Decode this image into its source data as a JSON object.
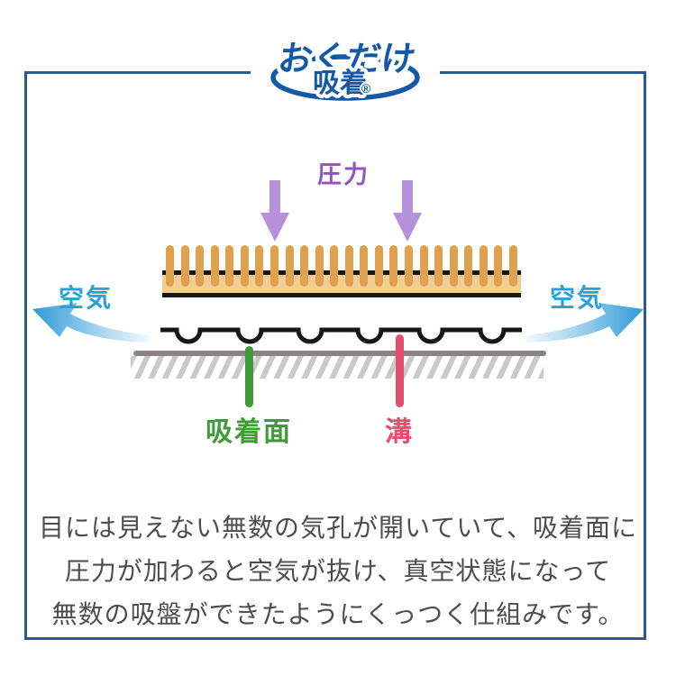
{
  "logo": {
    "line1": "おくだけ",
    "line2": "吸着",
    "registered": "®"
  },
  "diagram": {
    "pressure_label": "圧力",
    "air_label_left": "空気",
    "air_label_right": "空気",
    "suction_surface_label": "吸着面",
    "groove_label": "溝",
    "bristle_count": 24,
    "bump_count": 6
  },
  "description": {
    "line1": "目には見えない無数の気孔が開いていて、吸着面に",
    "line2": "圧力が加わると空気が抜け、真空状態になって",
    "line3": "無数の吸盤ができたようにくっつく仕組みです。"
  },
  "colors": {
    "logo_blue": "#1459a8",
    "border_blue": "#24599c",
    "pressure_purple": "#9353c4",
    "pressure_arrow_purple": "#b591dc",
    "air_blue": "#2c9fd9",
    "pile_tan": "#dea24e",
    "backing_tan": "#f3ce92",
    "line_black": "#1a1414",
    "floor_gray": "#8a8287",
    "hatch_gray": "#c9c9c9",
    "suction_green": "#3f9b36",
    "groove_pink": "#e74e6e",
    "body_text_gray": "#4d4d4d"
  }
}
